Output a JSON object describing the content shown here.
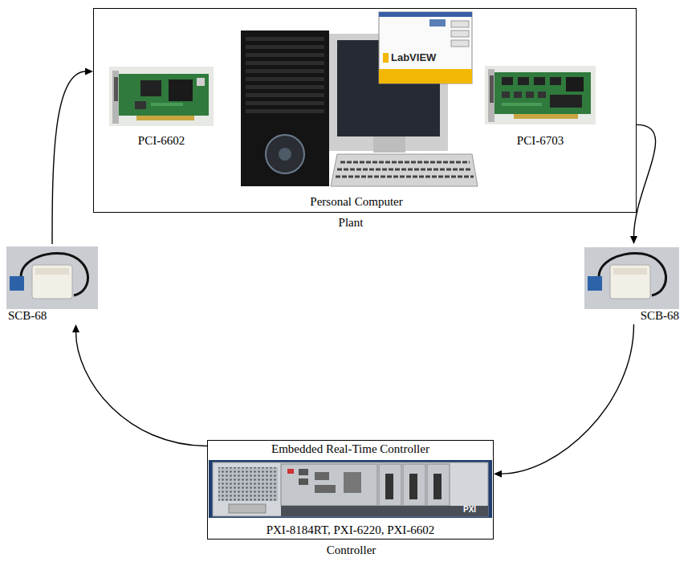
{
  "diagram": {
    "nodes": [
      {
        "text": [
          "Plant"
        ]
      },
      {
        "text": [
          "PCI-6602"
        ],
        "in": 0
      },
      {
        "text": [
          "Personal Computer"
        ],
        "in": 0
      },
      {
        "text": [
          "PCI-6703"
        ],
        "in": 0
      },
      {
        "text": [
          "SCB-68"
        ]
      },
      {
        "text": [
          "SCB-68"
        ]
      },
      {
        "text": [
          "Embedded Real-Time Controller",
          "PXI-8184RT, PXI-6220, PXI-6602",
          "Controller"
        ]
      }
    ],
    "edges": [
      {
        "from": 0,
        "to": 5,
        "arrow": "to"
      },
      {
        "from": 5,
        "to": 6,
        "arrow": "to"
      },
      {
        "from": 6,
        "to": 4,
        "arrow": "to"
      },
      {
        "from": 4,
        "to": 0,
        "arrow": "to"
      }
    ],
    "labels": [
      "LabVIEW",
      "PXI"
    ]
  }
}
